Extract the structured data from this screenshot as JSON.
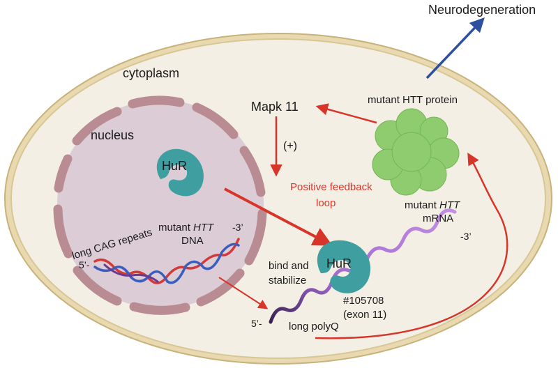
{
  "labels": {
    "neurodegeneration": "Neurodegeneration",
    "cytoplasm": "cytoplasm",
    "nucleus": "nucleus",
    "mapk": "Mapk 11",
    "plus": "(+)",
    "mutant_htt_protein": "mutant HTT protein",
    "positive_feedback_line1": "Positive feedback",
    "positive_feedback_line2": "loop",
    "hur_nucleus": "HuR",
    "hur_cytoplasm": "HuR",
    "mutant_htt_mrna_line1_pre": "mutant ",
    "mutant_htt_mrna_line1_gene": "HTT",
    "mutant_htt_mrna_line2": "mRNA",
    "mrna_3prime": "-3’",
    "mrna_5prime": "5’-",
    "mutant_htt_dna_line1_pre": "mutant ",
    "mutant_htt_dna_line1_gene": "HTT",
    "dna_3prime": "-3’",
    "mutant_htt_dna_line2": "DNA",
    "long_cag_repeats": "long CAG repeats",
    "dna_5prime": "5’-",
    "bind_line1": "bind and",
    "bind_line2": "stabilize",
    "site_id": "#105708",
    "site_exon": "(exon 11)",
    "long_polyq": "long polyQ"
  },
  "colors": {
    "cell_fill": "#f3efe4",
    "cell_border": "#d4c28e",
    "nucleus_fill": "#dcccd6",
    "nuclear_envelope": "#b98b92",
    "hur": "#3e9ea0",
    "protein": "#8fcc6f",
    "arrow_red": "#d8352a",
    "arrow_blue": "#2d4fa0",
    "mrna": "#a06ad0",
    "dna_red": "#d23a3a",
    "dna_blue": "#3b5dbd"
  }
}
